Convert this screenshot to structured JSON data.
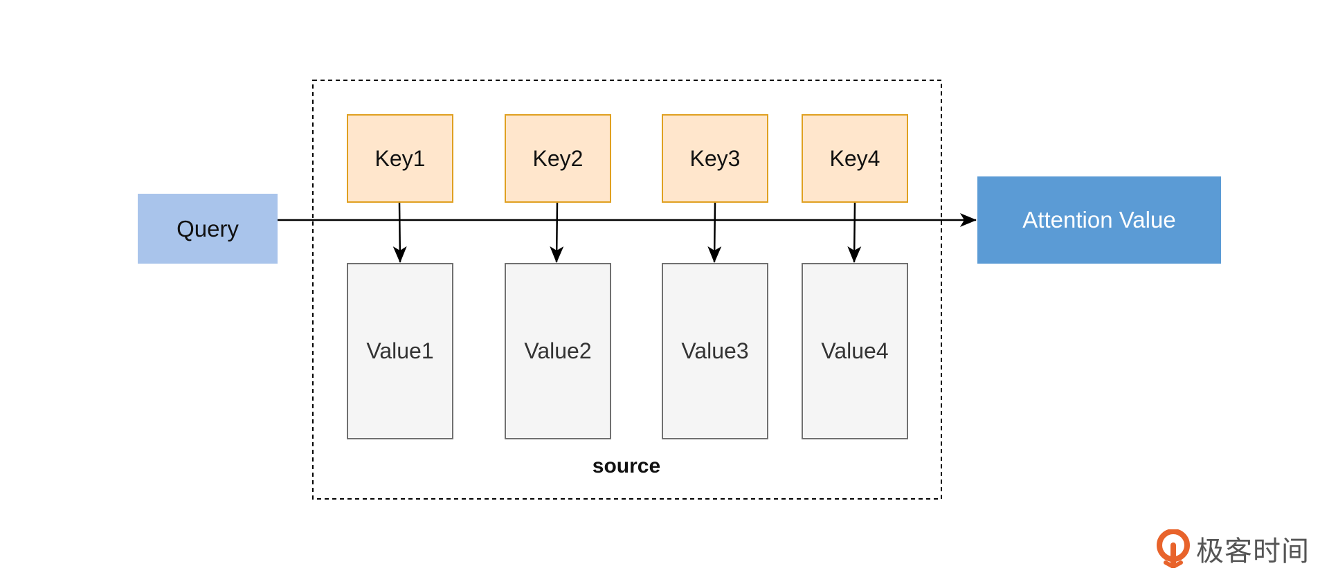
{
  "query": {
    "label": "Query"
  },
  "keys": [
    {
      "label": "Key1"
    },
    {
      "label": "Key2"
    },
    {
      "label": "Key3"
    },
    {
      "label": "Key4"
    }
  ],
  "values": [
    {
      "label": "Value1"
    },
    {
      "label": "Value2"
    },
    {
      "label": "Value3"
    },
    {
      "label": "Value4"
    }
  ],
  "output": {
    "label": "Attention Value"
  },
  "group": {
    "label": "source"
  },
  "brand": {
    "name": "极客时间",
    "color": "#e8632b"
  },
  "colors": {
    "query_fill": "#a9c4eb",
    "key_fill": "#ffe6cc",
    "key_border": "#e0a020",
    "value_fill": "#f5f5f5",
    "value_border": "#707070",
    "output_fill": "#5b9bd5"
  }
}
